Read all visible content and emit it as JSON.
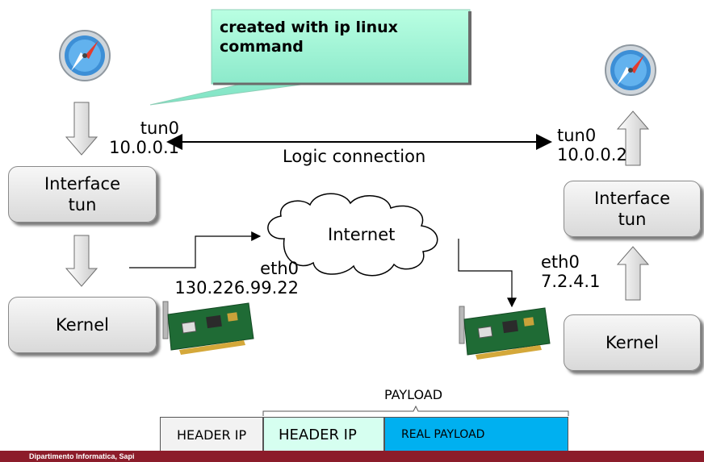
{
  "callout": {
    "text": "created with ip linux\ncommand"
  },
  "left": {
    "tun_label": "tun0\n10.0.0.1",
    "interface_box": "Interface\ntun",
    "kernel_box": "Kernel",
    "eth_label": "eth0\n130.226.99.22"
  },
  "right": {
    "tun_label": "tun0\n10.0.0.2",
    "interface_box": "Interface\ntun",
    "kernel_box": "Kernel",
    "eth_label": "eth0\n7.2.4.1"
  },
  "logic_connection": "Logic connection",
  "cloud_label": "Internet",
  "packet": {
    "payload_label": "PAYLOAD",
    "outer_header": "HEADER IP",
    "inner_header": "HEADER IP",
    "real_payload": "REAL PAYLOAD",
    "colors": {
      "outer": "#f2f2f2",
      "inner": "#d6fff0",
      "payload": "#00b0f0"
    }
  },
  "footer": {
    "text": "Dipartimento Informatica, Sapi",
    "color": "#8c1c2a"
  },
  "icons": [
    "compass-browser-icon",
    "network-card-icon"
  ]
}
